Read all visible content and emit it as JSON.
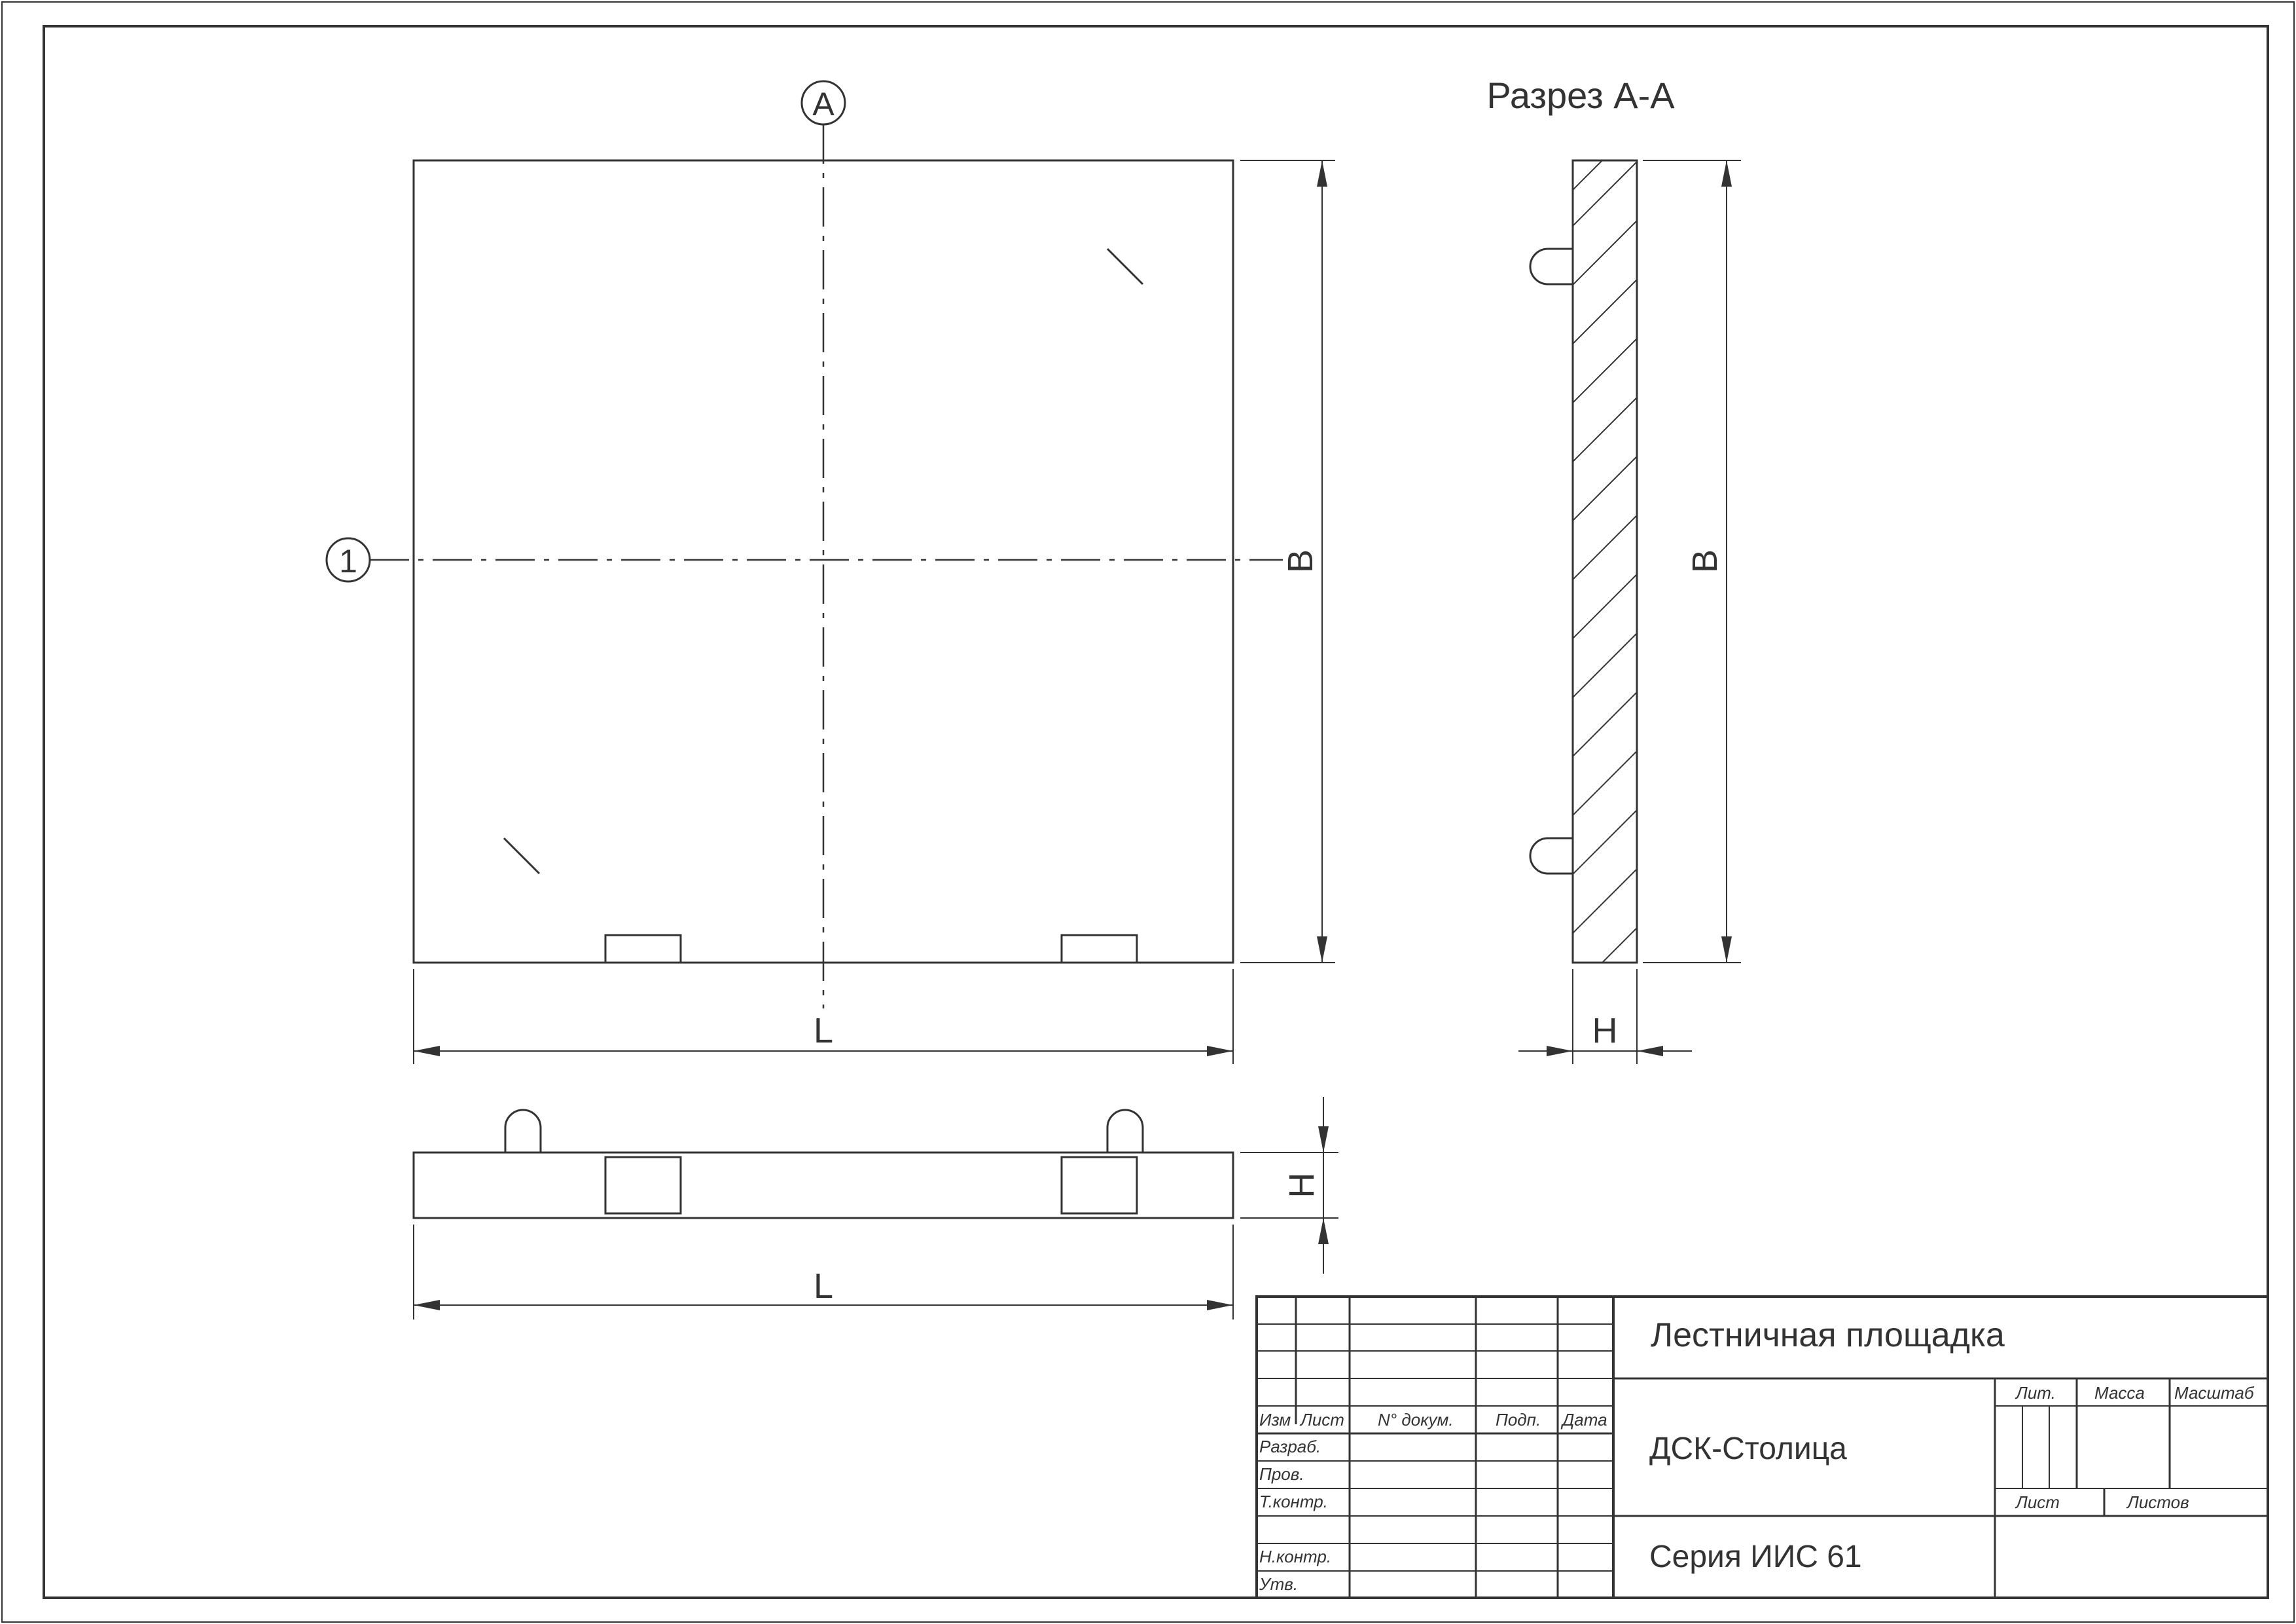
{
  "section_title": "Разрез А-А",
  "axes": {
    "vertical_marker": "A",
    "horizontal_marker": "1"
  },
  "dimensions": {
    "plan_width": "L",
    "plan_height": "B",
    "section_height": "B",
    "section_thickness": "H",
    "front_height": "H",
    "front_width": "L"
  },
  "title_block": {
    "title": "Лестничная площадка",
    "company": "ДСК-Столица",
    "series": "Серия ИИС 61",
    "header_izm": "Изм",
    "header_list": "Лист",
    "header_doc": "N° докум.",
    "header_sign": "Подп.",
    "header_date": "Дата",
    "row_razrab": "Разраб.",
    "row_prov": "Пров.",
    "row_tkontr": "Т.контр.",
    "row_nkontr": "Н.контр.",
    "row_utv": "Утв.",
    "lit": "Лит.",
    "massa": "Масса",
    "masshtab": "Масштаб",
    "sheet": "Лист",
    "sheets": "Листов"
  }
}
